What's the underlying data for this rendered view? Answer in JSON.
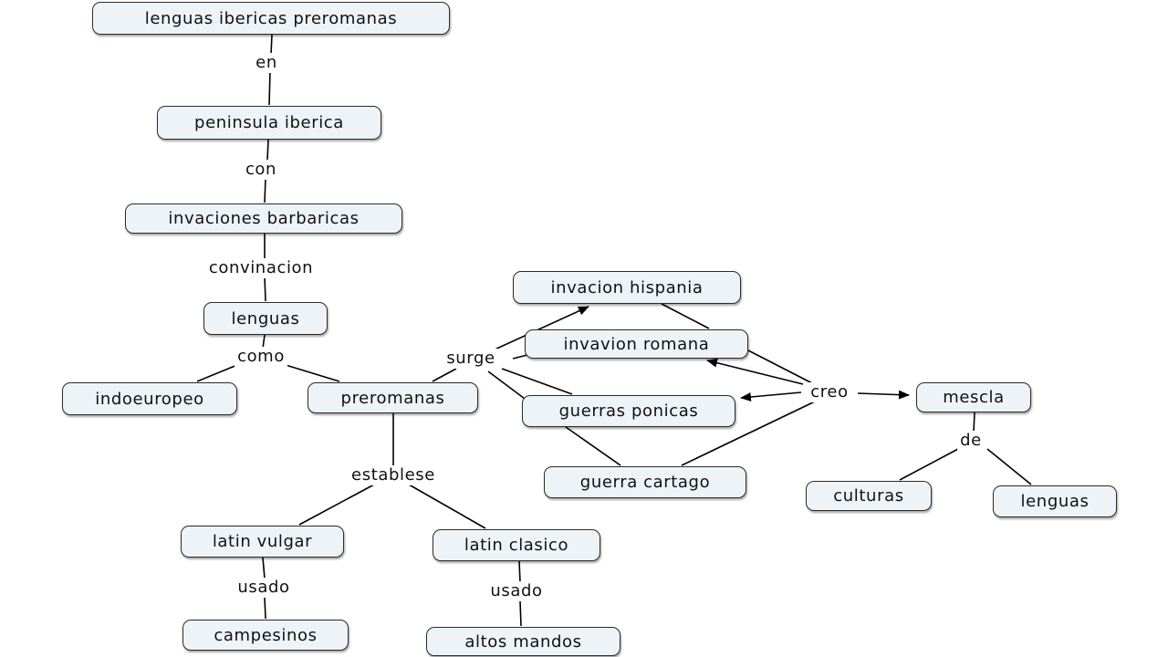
{
  "concepts": {
    "lenguas_ibericas": "lenguas ibericas preromanas",
    "peninsula": "peninsula iberica",
    "invaciones": "invaciones barbaricas",
    "lenguas": "lenguas",
    "indoeuropeo": "indoeuropeo",
    "preromanas": "preromanas",
    "latin_vulgar": "latin vulgar",
    "latin_clasico": "latin clasico",
    "campesinos": "campesinos",
    "altos_mandos": "altos mandos",
    "invacion_hispania": "invacion hispania",
    "invavion_romana": "invavion romana",
    "guerras_ponicas": "guerras ponicas",
    "guerra_cartago": "guerra cartago",
    "mescla": "mescla",
    "culturas": "culturas",
    "lenguas2": "lenguas"
  },
  "linking_phrases": {
    "en": "en",
    "con": "con",
    "convinacion": "convinacion",
    "como": "como",
    "establese": "establese",
    "usado1": "usado",
    "usado2": "usado",
    "surge": "surge",
    "creo": "creo",
    "de": "de"
  },
  "colors": {
    "node_fill": "#eef3f7",
    "node_border": "#2b2b2b",
    "line": "#000000"
  }
}
